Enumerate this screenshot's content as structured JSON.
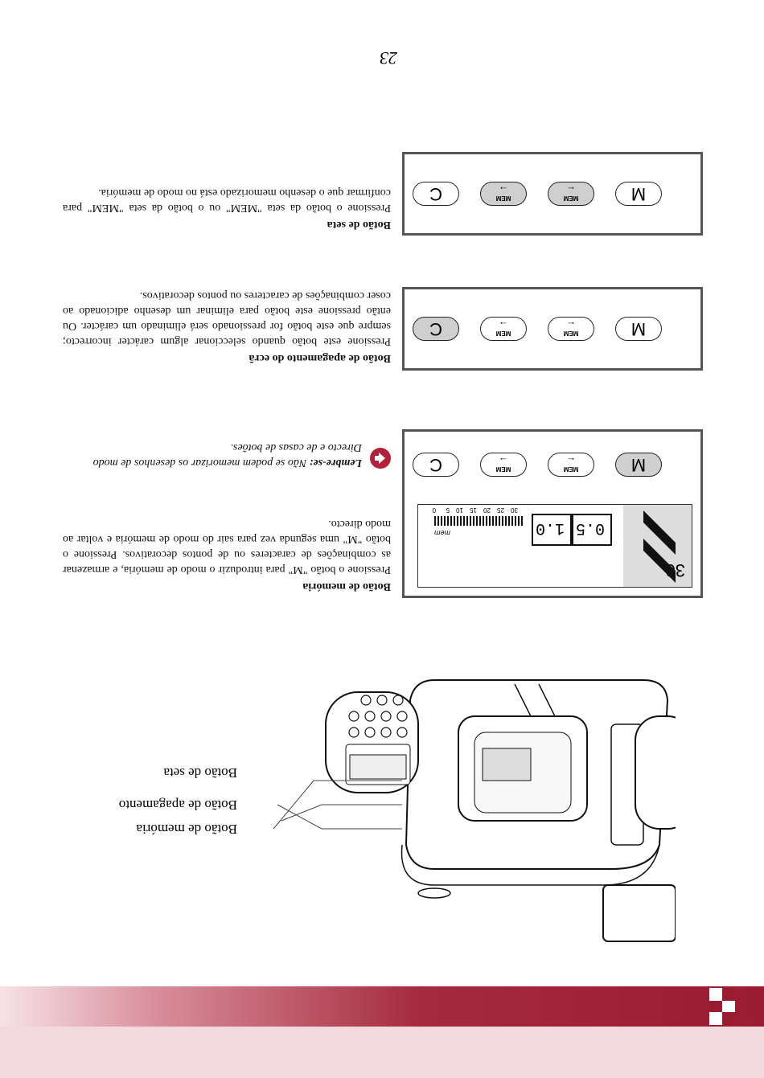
{
  "header": {
    "title": "Botão de memória"
  },
  "page_number": "23",
  "machine_labels": {
    "memory": "Botão de memória",
    "arrow": "Botão de seta",
    "clear": "Botão de apagamento"
  },
  "section_memory": {
    "heading": "Botão de memória",
    "text": "Pressione o botão \"M\" para introduzir o modo de memória, e armazenar as combinações de caracteres ou de pontos decorativos. Pressione o botão \"M\" uma segunda vez para sair do modo de memória e voltar ao modo directo."
  },
  "note": {
    "label": "Lembre-se:",
    "text": "Não se podem memorizar os desenhos de modo Directo e de casas de botões."
  },
  "section_clear": {
    "heading": "Botão de apagamento do ecrã",
    "text": "Pressione este botão quando seleccionar algum carácter incorrecto; sempre que este botão for pressionado será eliminado um carácter. Ou então pressione este botão para eliminar um desenho adicionado ao coser combinações de caracteres ou pontos decorativos."
  },
  "section_arrow": {
    "heading": "Botão de seta",
    "text": "Pressione o botão da seta \"MEM\" ou o botão da seta \"MEM\" para confirmar que o desenho memorizado está no modo de memória."
  },
  "buttons": {
    "m": "M",
    "mem": "MEM",
    "c": "C"
  },
  "lcd": {
    "pattern_number": "30",
    "width_value": "0.5",
    "length_value": "1.0",
    "mem_label": "mem",
    "scale": [
      "0",
      "5",
      "10",
      "15",
      "20",
      "25",
      "30"
    ]
  }
}
